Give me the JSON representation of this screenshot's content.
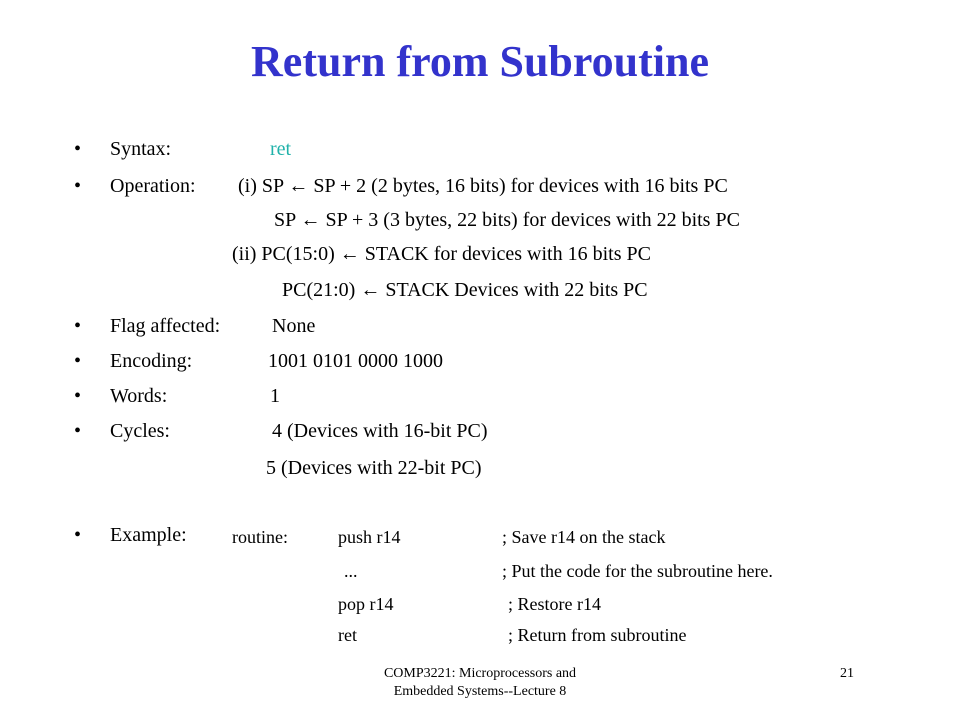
{
  "title": "Return from Subroutine",
  "colors": {
    "title": "#3333cc",
    "syntax_value": "#20b2aa"
  },
  "bullet_glyph": "•",
  "syntax": {
    "label": "Syntax:",
    "value": "ret"
  },
  "operation": {
    "label": "Operation:",
    "lines": [
      "(i)  SP ← SP + 2 (2 bytes, 16 bits) for devices with 16 bits PC",
      "SP ← SP + 3 (3 bytes, 22 bits) for devices with 22 bits PC",
      "(ii)  PC(15:0) ← STACK for devices with 16 bits PC",
      "PC(21:0) ← STACK Devices with 22 bits PC"
    ]
  },
  "flag_affected": {
    "label": "Flag affected:",
    "value": "None"
  },
  "encoding": {
    "label": "Encoding:",
    "value": "1001 0101 0000 1000"
  },
  "words": {
    "label": "Words:",
    "value": "1"
  },
  "cycles": {
    "label": "Cycles:",
    "values": [
      "4 (Devices with 16-bit PC)",
      "5  (Devices with 22-bit PC)"
    ]
  },
  "example": {
    "label": "Example:",
    "routine_label": "routine:",
    "rows": [
      {
        "code": "push r14",
        "comment": "; Save r14 on the stack"
      },
      {
        "code": "...",
        "comment": "; Put the code for the subroutine here."
      },
      {
        "code": "pop r14",
        "comment": "; Restore r14"
      },
      {
        "code": "ret",
        "comment": "; Return from subroutine"
      }
    ]
  },
  "footer": {
    "course_line1": "COMP3221: Microprocessors and",
    "course_line2": "Embedded Systems--Lecture 8",
    "page_number": "21"
  }
}
